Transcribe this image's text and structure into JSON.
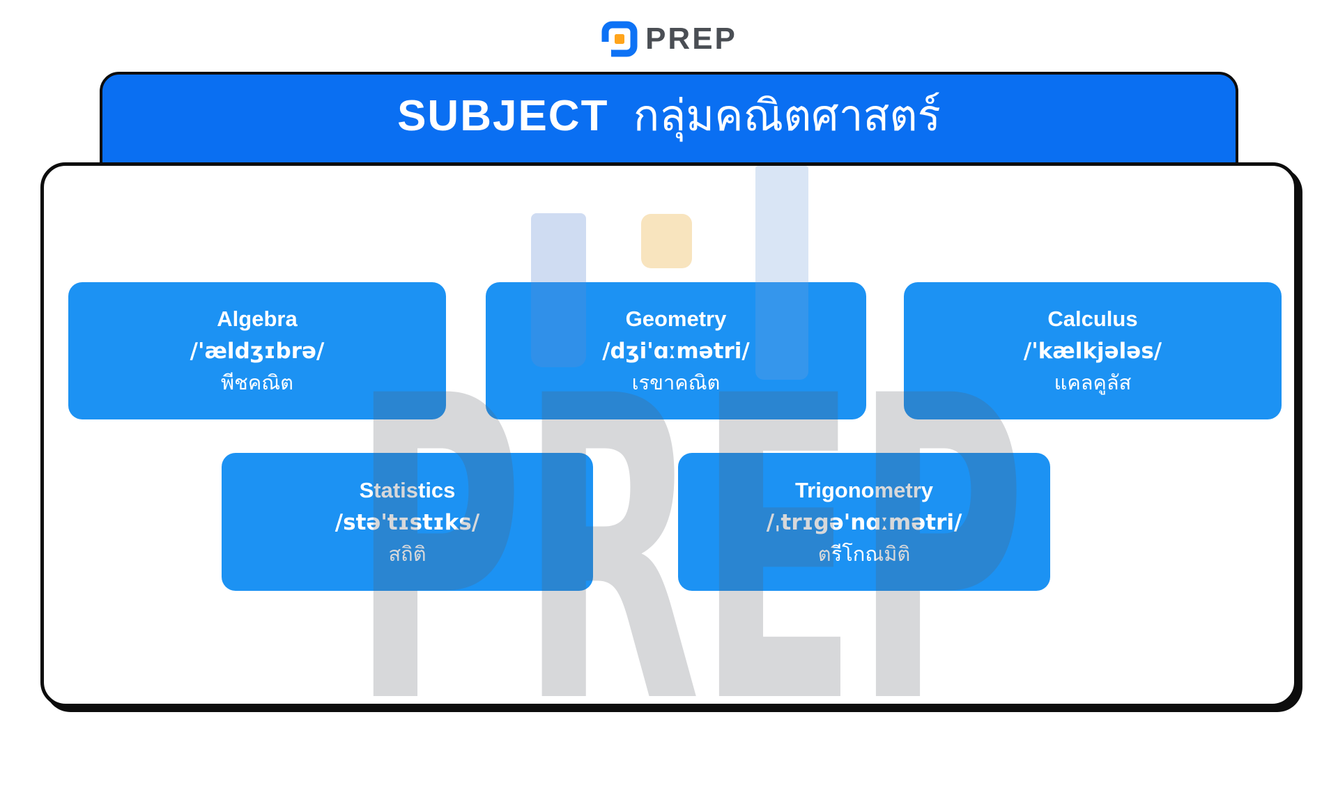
{
  "logo": {
    "brand_text": "PREP",
    "icon": "prep-square-p-icon"
  },
  "header": {
    "title_en": "SUBJECT",
    "title_th": "กลุ่มคณิตศาสตร์"
  },
  "cards": [
    {
      "name": "Algebra",
      "ipa": "/'ældʒɪbrə/",
      "thai": "พีชคณิต"
    },
    {
      "name": "Geometry",
      "ipa": "/dʒi'ɑːmətri/",
      "thai": "เรขาคณิต"
    },
    {
      "name": "Calculus",
      "ipa": "/'kælkjələs/",
      "thai": "แคลคูลัส"
    },
    {
      "name": "Statistics",
      "ipa": "/stə'tɪstɪks/",
      "thai": "สถิติ"
    },
    {
      "name": "Trigonometry",
      "ipa": "/ˌtrɪgə'nɑːmətri/",
      "thai": "ตรีโกณมิติ"
    }
  ],
  "watermark": {
    "text": "PREP"
  },
  "colors": {
    "header_blue": "#0a6ff2",
    "card_blue": "#1c92f3",
    "logo_blue": "#0d72f5",
    "logo_orange": "#ffa41b",
    "logo_text_gray": "#4a4e54",
    "border_black": "#0d0d0d"
  }
}
